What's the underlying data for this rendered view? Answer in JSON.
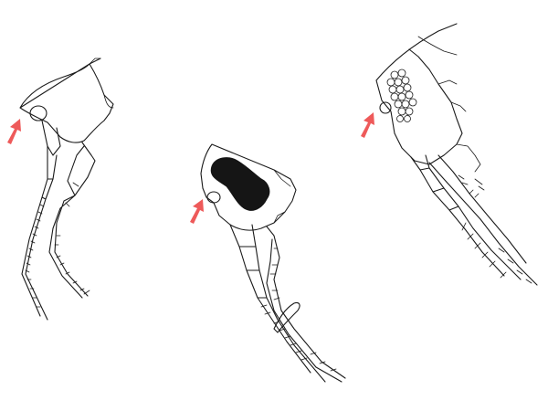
{
  "figure": {
    "background": "#ffffff",
    "ink_color": "#1a1a1a",
    "arrow_color": "#ee5a5a",
    "panels": [
      {
        "name": "head-left",
        "eye": "none",
        "pointer": "red-arrow"
      },
      {
        "name": "head-middle",
        "eye": "solid-dark-patch",
        "pointer": "red-arrow"
      },
      {
        "name": "head-right",
        "eye": "ommatidia-cluster",
        "pointer": "red-arrow"
      }
    ]
  }
}
